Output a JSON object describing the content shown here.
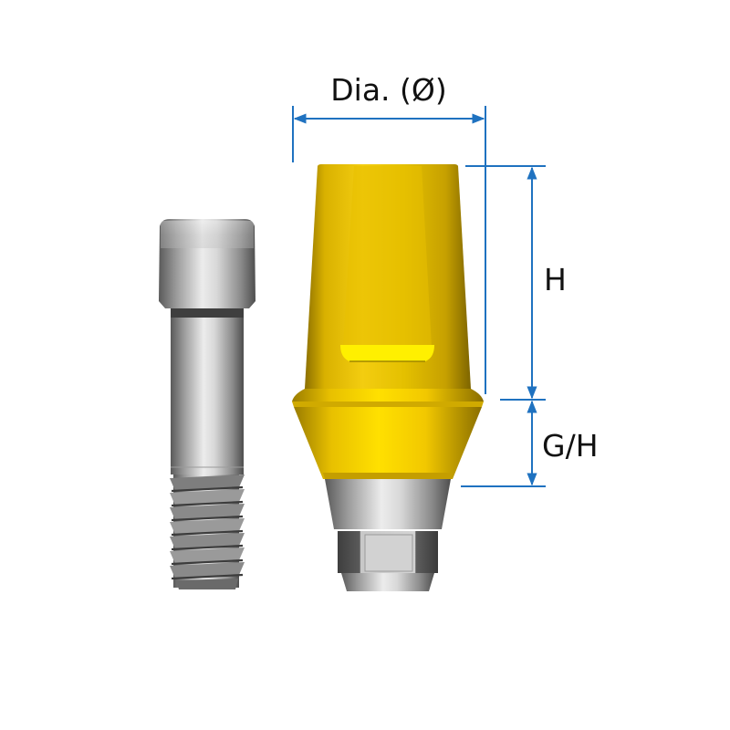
{
  "diagram": {
    "title": "Dental abutment and screw dimension diagram",
    "labels": {
      "diameter": "Dia. (Ø)",
      "height": "H",
      "gingival_height": "G/H"
    },
    "parts": [
      "abutment-screw",
      "abutment"
    ],
    "colors": {
      "dimension_line": "#1f72c0",
      "abutment_gold": "#f2c800",
      "abutment_gold_dark": "#a48400",
      "metal_light": "#e6e6e6",
      "metal_dark": "#6f6f6f",
      "label_text": "#111111",
      "background": "#ffffff"
    }
  }
}
